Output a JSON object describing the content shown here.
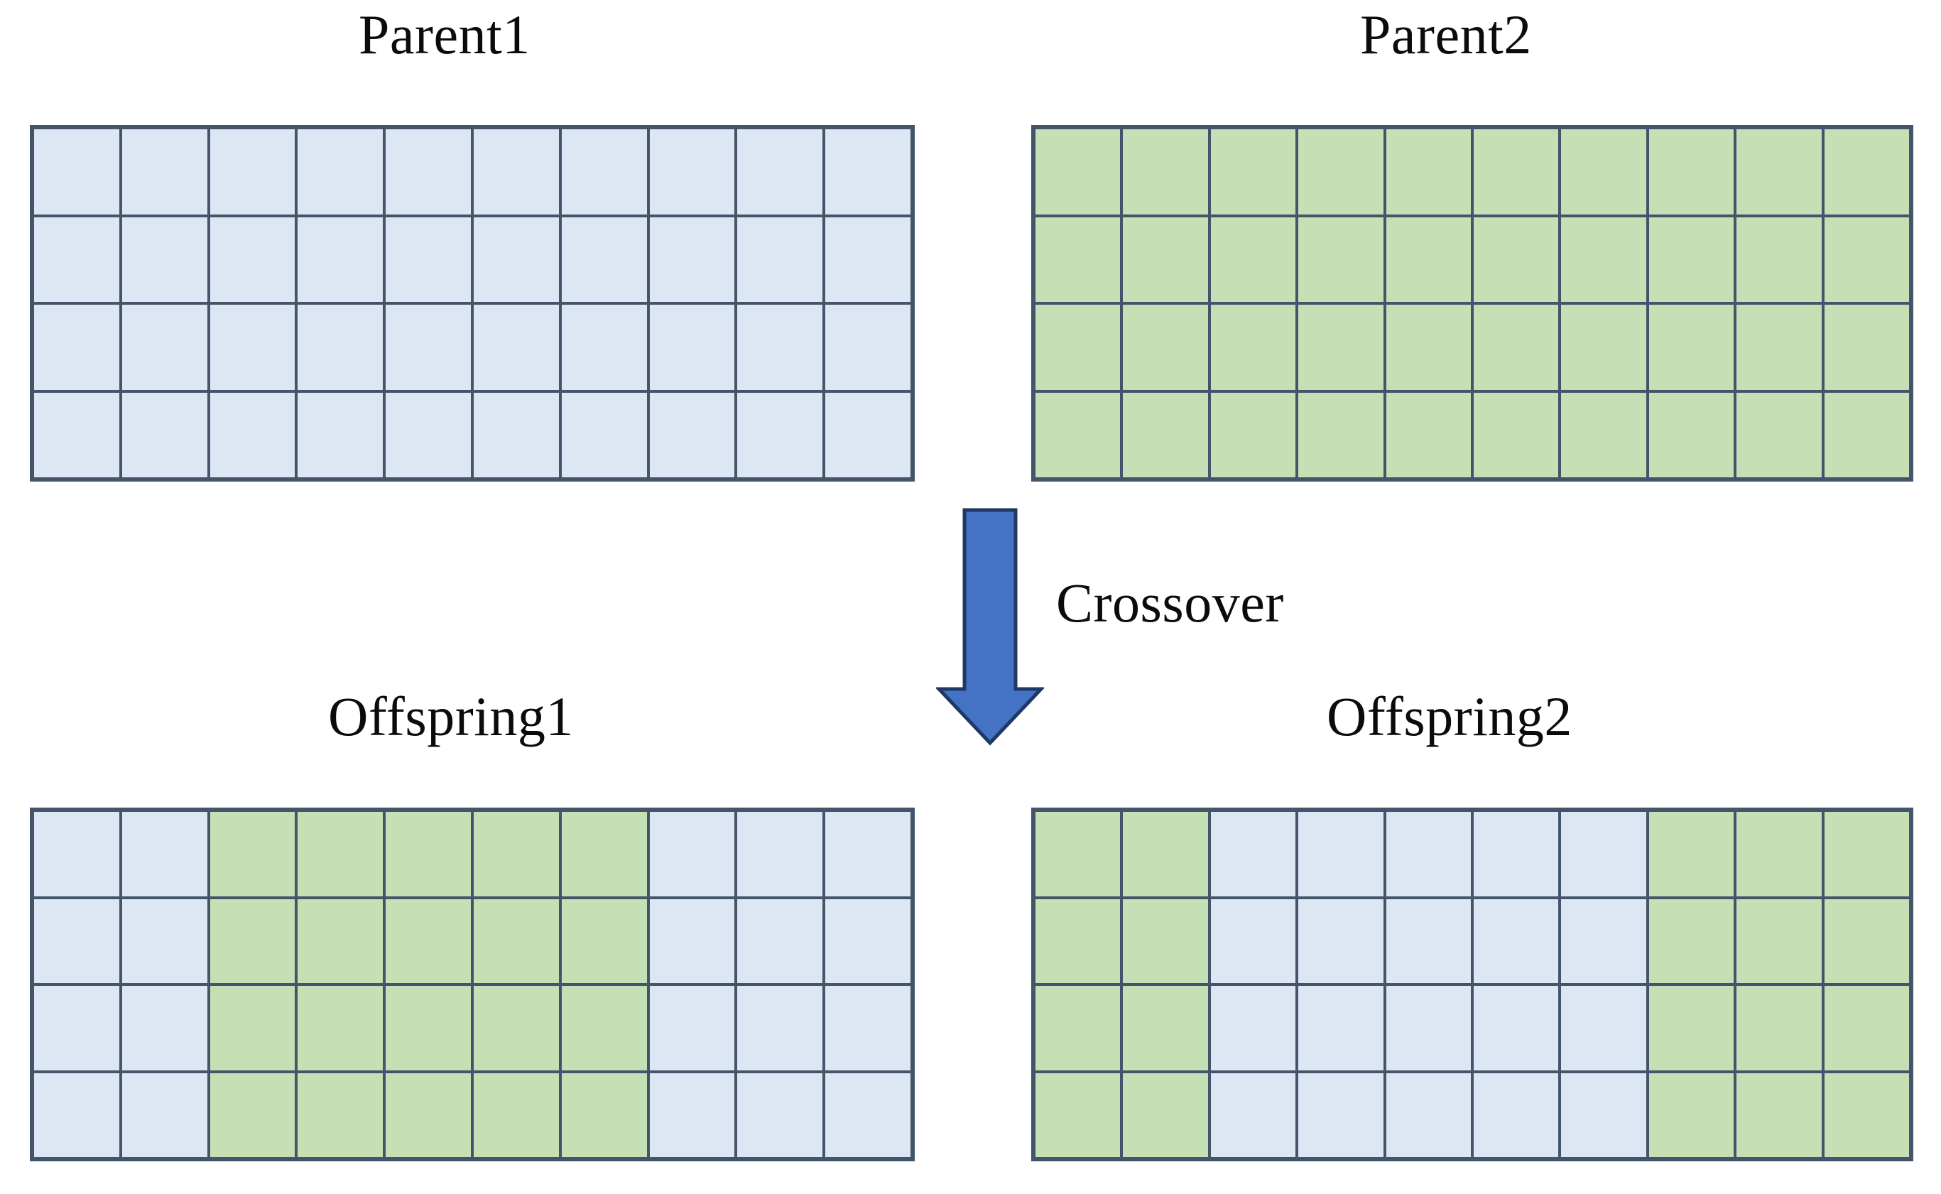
{
  "diagram": {
    "title": "Crossover",
    "process_label": "Crossover",
    "arrow": {
      "icon": "down-arrow-icon",
      "direction": "down",
      "fill_color": "#4472C4",
      "stroke_color": "#1F3864"
    }
  },
  "palette": {
    "parent1_color": "#DDE6F3",
    "parent2_color": "#C5E0B4",
    "cell_border_color": "#44546A",
    "background": "#FFFFFF",
    "text_color": "#0B0B0B"
  },
  "chromosomes": [
    {
      "id": "parent1",
      "label": "Parent1",
      "role": "parent",
      "rows": 4,
      "columns": 10,
      "column_sources": [
        "p1",
        "p1",
        "p1",
        "p1",
        "p1",
        "p1",
        "p1",
        "p1",
        "p1",
        "p1"
      ]
    },
    {
      "id": "parent2",
      "label": "Parent2",
      "role": "parent",
      "rows": 4,
      "columns": 10,
      "column_sources": [
        "p2",
        "p2",
        "p2",
        "p2",
        "p2",
        "p2",
        "p2",
        "p2",
        "p2",
        "p2"
      ]
    },
    {
      "id": "offspring1",
      "label": "Offspring1",
      "role": "offspring",
      "rows": 4,
      "columns": 10,
      "column_sources": [
        "p1",
        "p1",
        "p2",
        "p2",
        "p2",
        "p2",
        "p2",
        "p1",
        "p1",
        "p1"
      ]
    },
    {
      "id": "offspring2",
      "label": "Offspring2",
      "role": "offspring",
      "rows": 4,
      "columns": 10,
      "column_sources": [
        "p2",
        "p2",
        "p1",
        "p1",
        "p1",
        "p1",
        "p1",
        "p2",
        "p2",
        "p2"
      ]
    }
  ],
  "crossover_points": [
    2,
    7
  ]
}
